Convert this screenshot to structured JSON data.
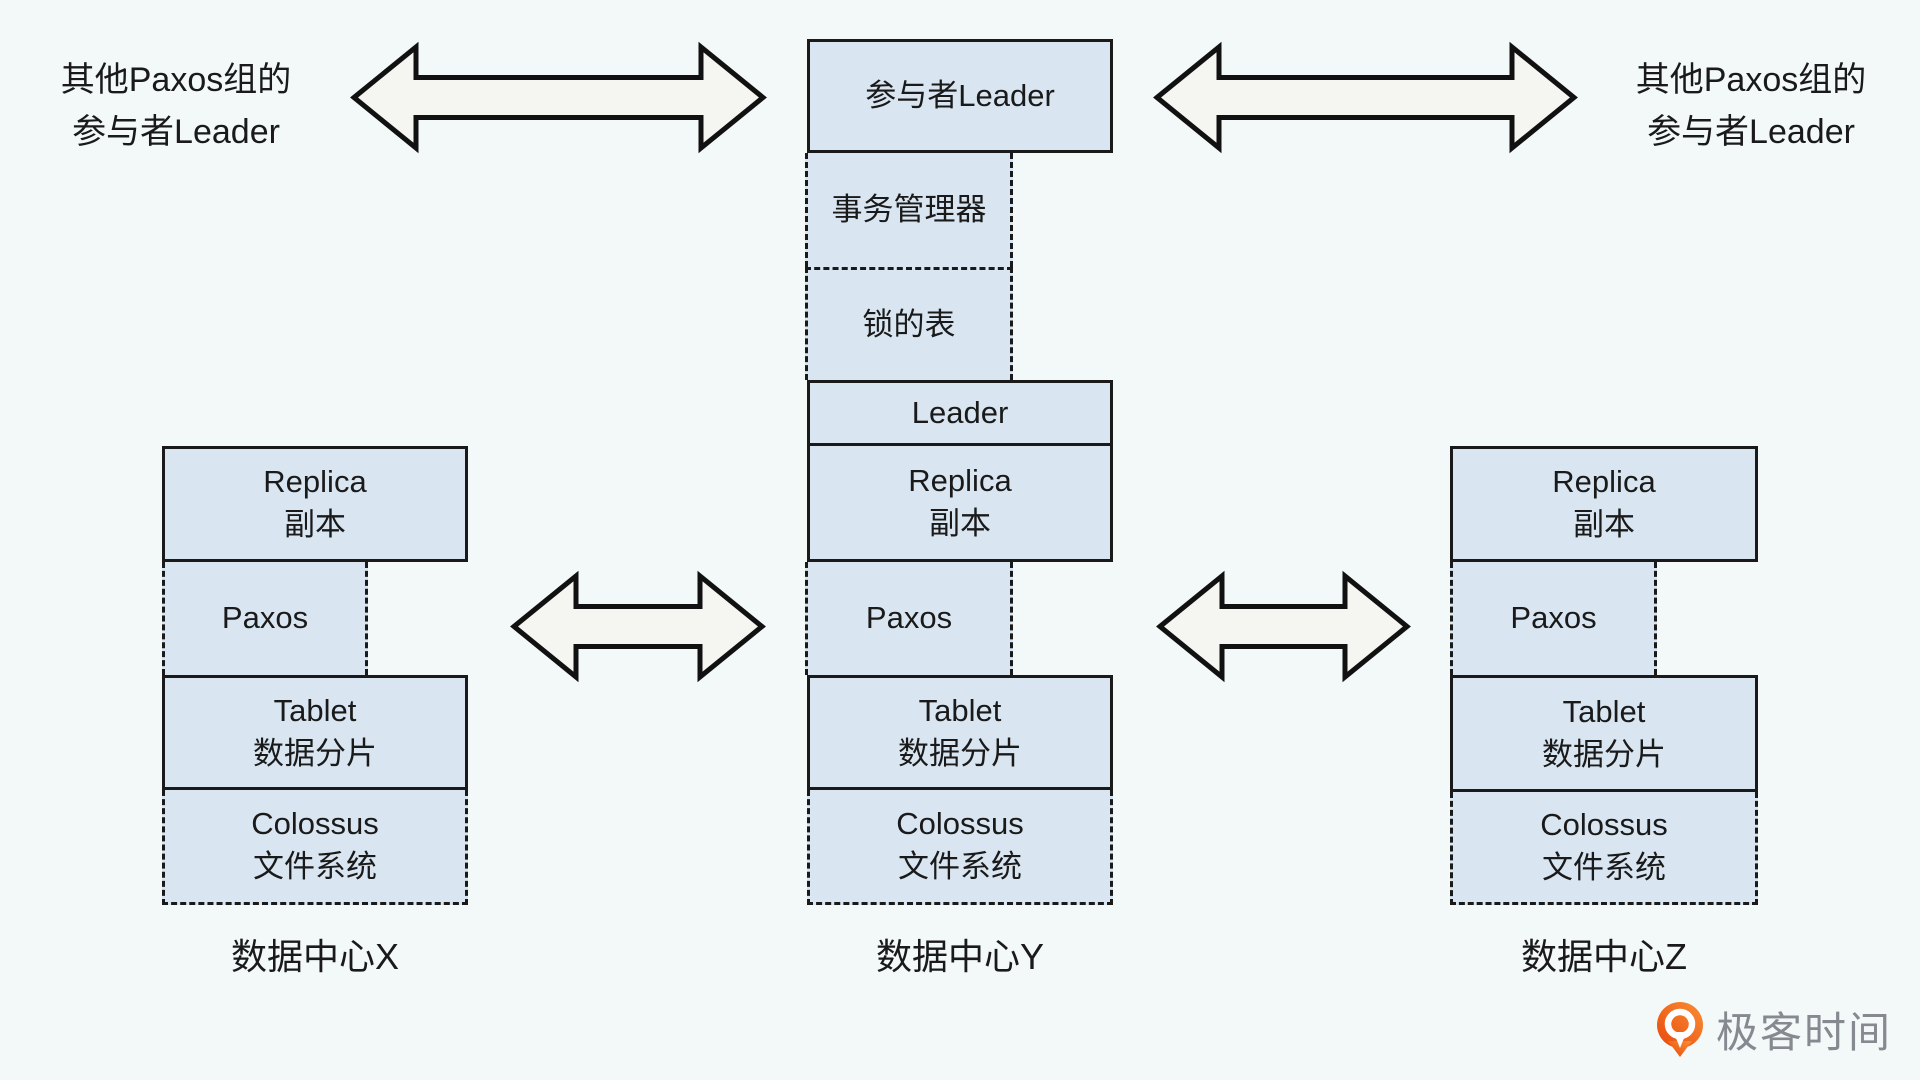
{
  "title_labels": {
    "top_left": {
      "line1": "其他Paxos组的",
      "line2": "参与者Leader"
    },
    "top_right": {
      "line1": "其他Paxos组的",
      "line2": "参与者Leader"
    }
  },
  "columns": {
    "left": {
      "replica": {
        "line1": "Replica",
        "line2": "副本"
      },
      "paxos": "Paxos",
      "tablet": {
        "line1": "Tablet",
        "line2": "数据分片"
      },
      "colossus": {
        "line1": "Colossus",
        "line2": "文件系统"
      },
      "caption": "数据中心X"
    },
    "center": {
      "participant_leader": "参与者Leader",
      "transaction_manager": "事务管理器",
      "lock_table": "锁的表",
      "leader": "Leader",
      "replica": {
        "line1": "Replica",
        "line2": "副本"
      },
      "paxos": "Paxos",
      "tablet": {
        "line1": "Tablet",
        "line2": "数据分片"
      },
      "colossus": {
        "line1": "Colossus",
        "line2": "文件系统"
      },
      "caption": "数据中心Y"
    },
    "right": {
      "replica": {
        "line1": "Replica",
        "line2": "副本"
      },
      "paxos": "Paxos",
      "tablet": {
        "line1": "Tablet",
        "line2": "数据分片"
      },
      "colossus": {
        "line1": "Colossus",
        "line2": "文件系统"
      },
      "caption": "数据中心Z"
    }
  },
  "arrows": [
    {
      "id": "top-left",
      "meaning": "bidirectional link between other Paxos group leaders and participant leader"
    },
    {
      "id": "top-right",
      "meaning": "bidirectional link between participant leader and other Paxos group leaders"
    },
    {
      "id": "mid-left",
      "meaning": "Paxos replication between datacenter X and datacenter Y"
    },
    {
      "id": "mid-right",
      "meaning": "Paxos replication between datacenter Y and datacenter Z"
    }
  ],
  "footer": {
    "brand": "极客时间"
  },
  "colors": {
    "background": "#f3f9f9",
    "box_fill": "#d9e6f2",
    "border": "#1a1a1a",
    "arrow_fill": "#f5f5f2",
    "brand_orange": "#f4661e",
    "brand_orange_dark": "#e8490c",
    "brand_orange_light": "#fa8e35",
    "brand_text_gray": "#868990"
  }
}
